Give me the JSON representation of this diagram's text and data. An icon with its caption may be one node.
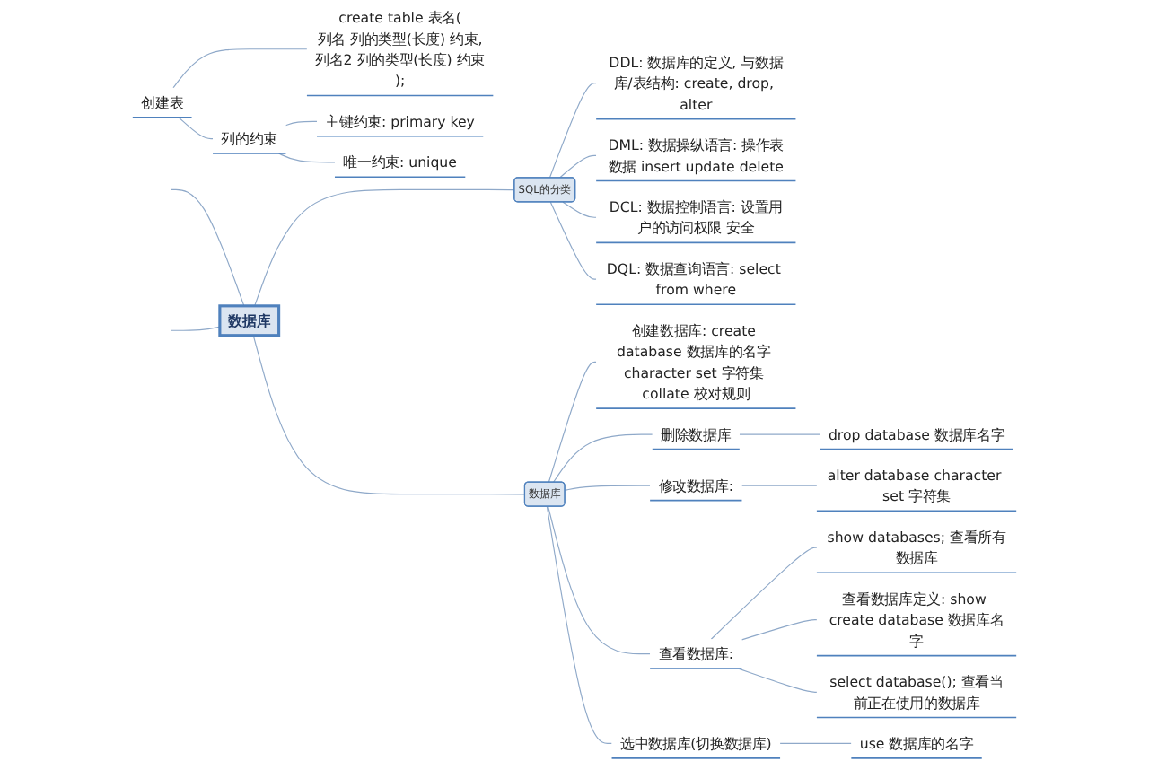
{
  "diagram": {
    "nodes": [
      {
        "text": [
          "数据库"
        ]
      },
      {
        "text": [
          "SQL的分类"
        ]
      },
      {
        "text": [
          "DDL: 数据库的定义, 与数据库/表结构: create, drop, alter"
        ]
      },
      {
        "text": [
          "DML: 数据操纵语言: 操作表数据 insert update delete"
        ]
      },
      {
        "text": [
          "DCL: 数据控制语言: 设置用户的访问权限 安全"
        ]
      },
      {
        "text": [
          "DQL: 数据查询语言: select from where"
        ]
      },
      {
        "text": [
          "数据库"
        ]
      },
      {
        "text": [
          "创建数据库: create database 数据库的名字 character set 字符集 collate 校对规则"
        ]
      },
      {
        "text": [
          "删除数据库"
        ]
      },
      {
        "text": [
          "drop database 数据库名字"
        ]
      },
      {
        "text": [
          "修改数据库:"
        ]
      },
      {
        "text": [
          "alter database character set 字符集"
        ]
      },
      {
        "text": [
          "查看数据库:"
        ]
      },
      {
        "text": [
          "show databases; 查看所有数据库"
        ]
      },
      {
        "text": [
          "查看数据库定义: show create database 数据库名字"
        ]
      },
      {
        "text": [
          "select database(); 查看当前正在使用的数据库"
        ]
      },
      {
        "text": [
          "选中数据库(切换数据库)"
        ]
      },
      {
        "text": [
          "use 数据库的名字"
        ]
      },
      {
        "text": [
          "创建表"
        ]
      },
      {
        "text": [
          "create table 表名(列名 列的类型(长度) 约束,列名2 列的类型(长度) 约束);"
        ]
      },
      {
        "text": [
          "列的约束"
        ]
      },
      {
        "text": [
          "主键约束: primary key"
        ]
      },
      {
        "text": [
          "唯一约束: unique"
        ]
      }
    ],
    "edges": [
      {
        "from": 0,
        "to": 1,
        "arrow": "none"
      },
      {
        "from": 1,
        "to": 2,
        "arrow": "none"
      },
      {
        "from": 1,
        "to": 3,
        "arrow": "none"
      },
      {
        "from": 1,
        "to": 4,
        "arrow": "none"
      },
      {
        "from": 1,
        "to": 5,
        "arrow": "none"
      },
      {
        "from": 0,
        "to": 6,
        "arrow": "none"
      },
      {
        "from": 6,
        "to": 7,
        "arrow": "none"
      },
      {
        "from": 6,
        "to": 8,
        "arrow": "none"
      },
      {
        "from": 8,
        "to": 9,
        "arrow": "none"
      },
      {
        "from": 6,
        "to": 10,
        "arrow": "none"
      },
      {
        "from": 10,
        "to": 11,
        "arrow": "none"
      },
      {
        "from": 6,
        "to": 12,
        "arrow": "none"
      },
      {
        "from": 12,
        "to": 13,
        "arrow": "none"
      },
      {
        "from": 12,
        "to": 14,
        "arrow": "none"
      },
      {
        "from": 12,
        "to": 15,
        "arrow": "none"
      },
      {
        "from": 6,
        "to": 16,
        "arrow": "none"
      },
      {
        "from": 16,
        "to": 17,
        "arrow": "none"
      },
      {
        "from": 18,
        "to": 19,
        "arrow": "none"
      },
      {
        "from": 18,
        "to": 20,
        "arrow": "none"
      },
      {
        "from": 20,
        "to": 21,
        "arrow": "none"
      },
      {
        "from": 20,
        "to": 22,
        "arrow": "none"
      },
      {
        "from": null,
        "to": 0,
        "arrow": "none"
      },
      {
        "from": null,
        "to": 0,
        "arrow": "none"
      }
    ]
  }
}
